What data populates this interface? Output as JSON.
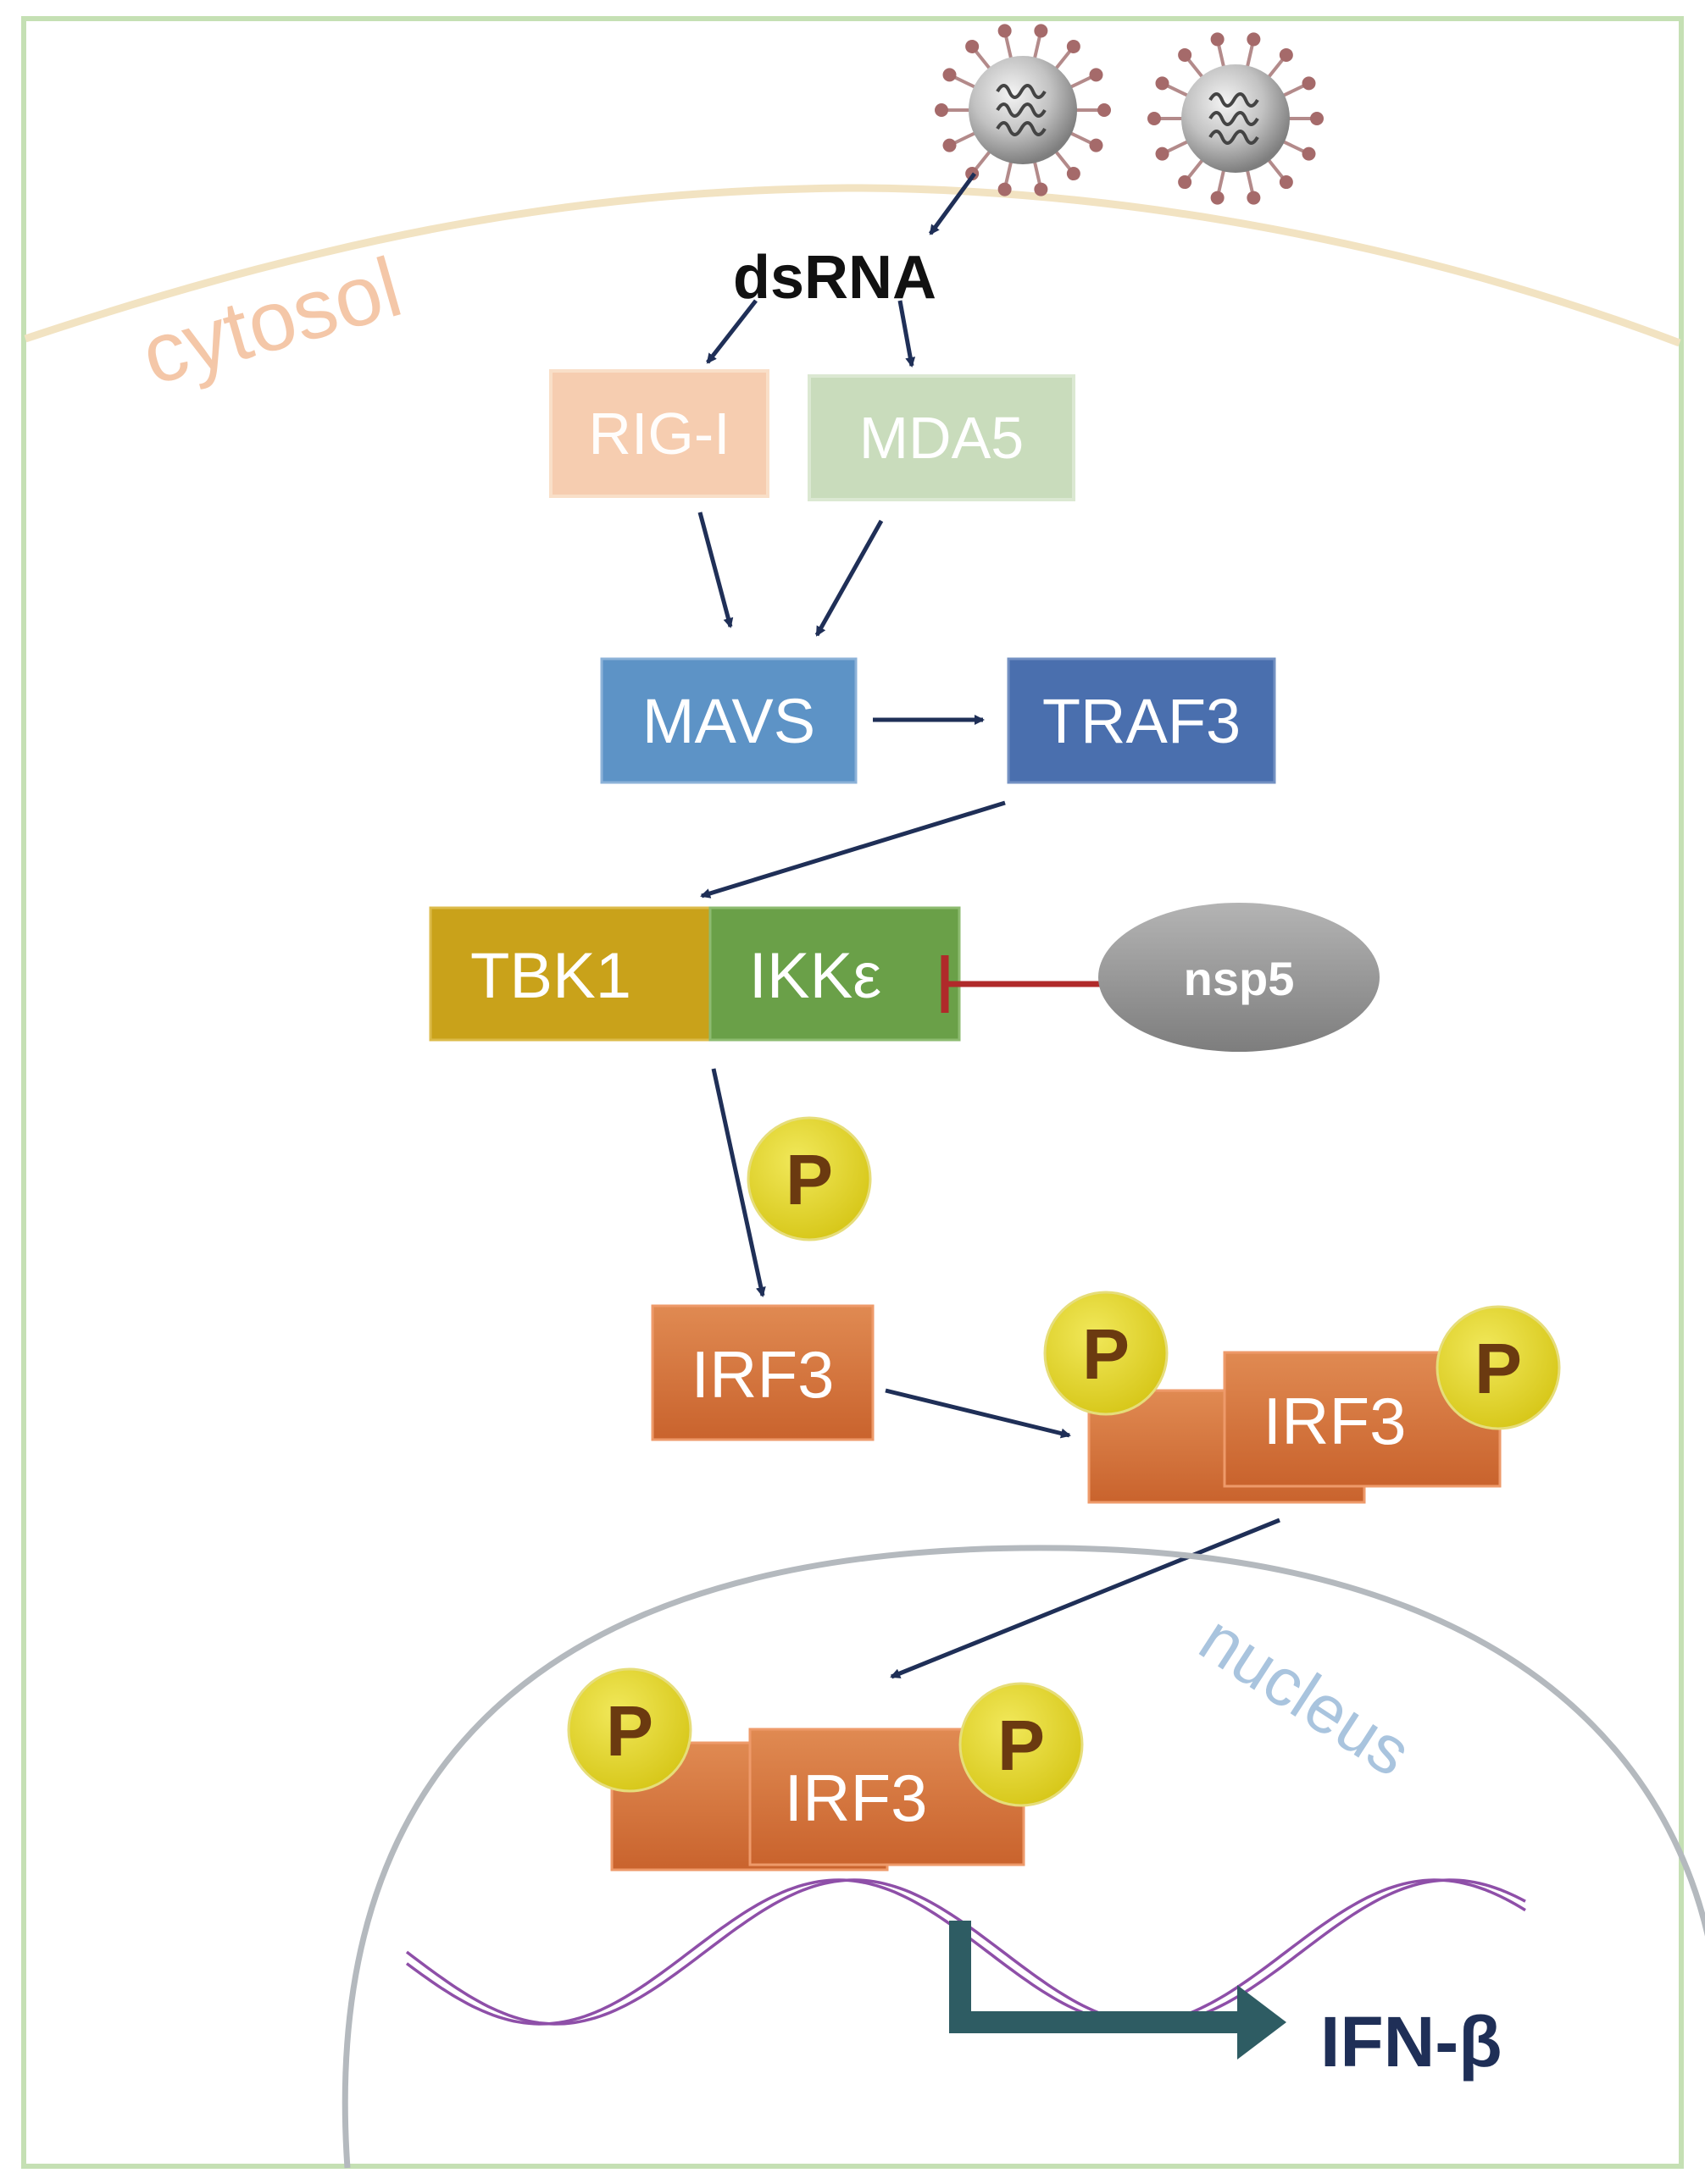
{
  "labels": {
    "cytosol": "cytosol",
    "nucleus": "nucleus",
    "dsrna": "dsRNA",
    "rig_i": "RIG-I",
    "mda5": "MDA5",
    "mavs": "MAVS",
    "traf3": "TRAF3",
    "tbk1": "TBK1",
    "ikk": "IKKε",
    "nsp5": "nsp5",
    "irf3": "IRF3",
    "phospho": "P",
    "ifn_beta": "IFN-β"
  },
  "colors": {
    "frame_border": "#c5e0b4",
    "membrane": "#f2e3c2",
    "cytosol_text": "#f4c7a8",
    "nucleus_outline": "#b4b9be",
    "nucleus_text": "#a9c4de",
    "rig_i_fill": "#f6cdb0",
    "mda5_fill": "#c9dcbc",
    "mavs_fill": "#5d93c6",
    "traf3_fill": "#4a6fae",
    "tbk1_fill": "#c9a21a",
    "ikk_fill": "#6aa048",
    "nsp5_fill": "#8d8d8d",
    "irf3_fill": "#d6713a",
    "phospho_fill": "#e2d322",
    "phospho_text": "#6b3a10",
    "arrow": "#1f2f57",
    "inhibition": "#b02a2a",
    "dna": "#8e4fa8",
    "promoter_arrow": "#2e5c63",
    "ifn_text": "#1f2f57"
  }
}
